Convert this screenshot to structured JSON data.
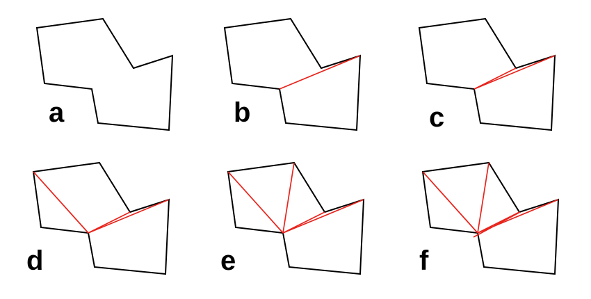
{
  "colors": {
    "outline": "#000000",
    "diagonal": "#e8241c",
    "background": "#ffffff"
  },
  "panels": [
    {
      "label": "a",
      "diagonal_count": 0
    },
    {
      "label": "b",
      "diagonal_count": 1
    },
    {
      "label": "c",
      "diagonal_count": 2
    },
    {
      "label": "d",
      "diagonal_count": 3
    },
    {
      "label": "e",
      "diagonal_count": 4
    },
    {
      "label": "f",
      "diagonal_count": 5
    }
  ]
}
